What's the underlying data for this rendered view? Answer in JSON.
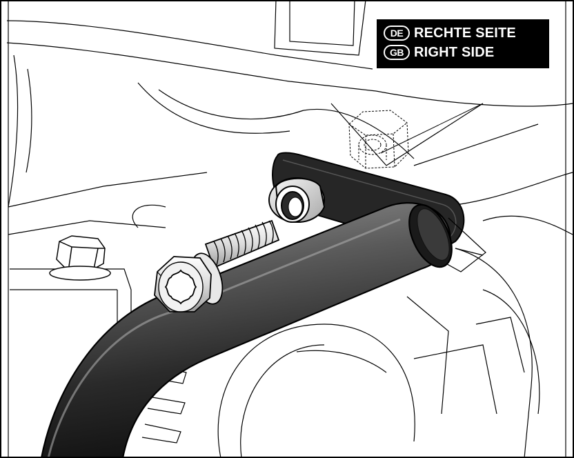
{
  "labels": [
    {
      "code": "DE",
      "text": "RECHTE SEITE"
    },
    {
      "code": "GB",
      "text": "RIGHT SIDE"
    }
  ],
  "colors": {
    "line": "#000000",
    "background": "#ffffff",
    "tube_dark": "#1c1c1c",
    "tube_light": "#8a8a8a",
    "label_bg": "#000000",
    "label_text": "#ffffff"
  }
}
